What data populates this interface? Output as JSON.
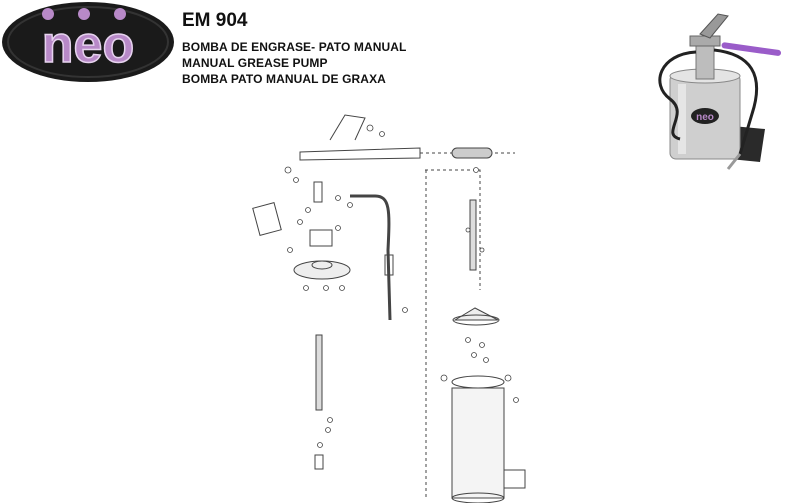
{
  "brand": {
    "logo_text": "neo"
  },
  "header": {
    "model": "EM 904",
    "title_pt": "BOMBA DE ENGRASE- PATO MANUAL",
    "title_en": "MANUAL GREASE PUMP",
    "title_br": "BOMBA PATO MANUAL DE GRAXA"
  },
  "photo": {
    "tank_logo_text": "neo"
  },
  "colors": {
    "logo_fill": "#1a1a1a",
    "logo_accent": "#b889c8",
    "handle": "#9a5cc9",
    "tank": "#c8c8c8"
  }
}
